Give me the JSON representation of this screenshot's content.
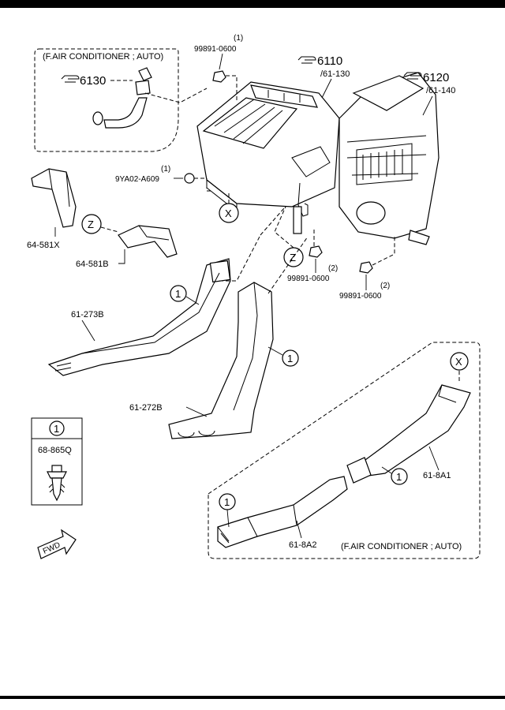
{
  "groups": {
    "air_conditioner_auto_top": "(F.AIR CONDITIONER ; AUTO)",
    "air_conditioner_auto_bottom": "(F.AIR CONDITIONER ; AUTO)"
  },
  "part_numbers": {
    "p6130": "6130",
    "p6110": "6110",
    "p6110_sub": "/61-130",
    "p6120": "6120",
    "p6120_sub": "/61-140",
    "nut_top": "99891-0600",
    "nut_top_qty": "(1)",
    "screw_9ya02": "9YA02-A609",
    "screw_9ya02_qty": "(1)",
    "nut_mid": "99891-0600",
    "nut_mid_qty": "(2)",
    "nut_right": "99891-0600",
    "nut_right_qty": "(2)",
    "duct_64_581x": "64-581X",
    "duct_64_581b": "64-581B",
    "duct_61_273b": "61-273B",
    "duct_61_272b": "61-272B",
    "duct_61_8a1": "61-8A1",
    "duct_61_8a2": "61-8A2",
    "clip_68_865q": "68-865Q"
  },
  "callouts": {
    "x": "X",
    "z": "Z",
    "one": "1"
  },
  "badges": {
    "fwd": "FWD"
  }
}
